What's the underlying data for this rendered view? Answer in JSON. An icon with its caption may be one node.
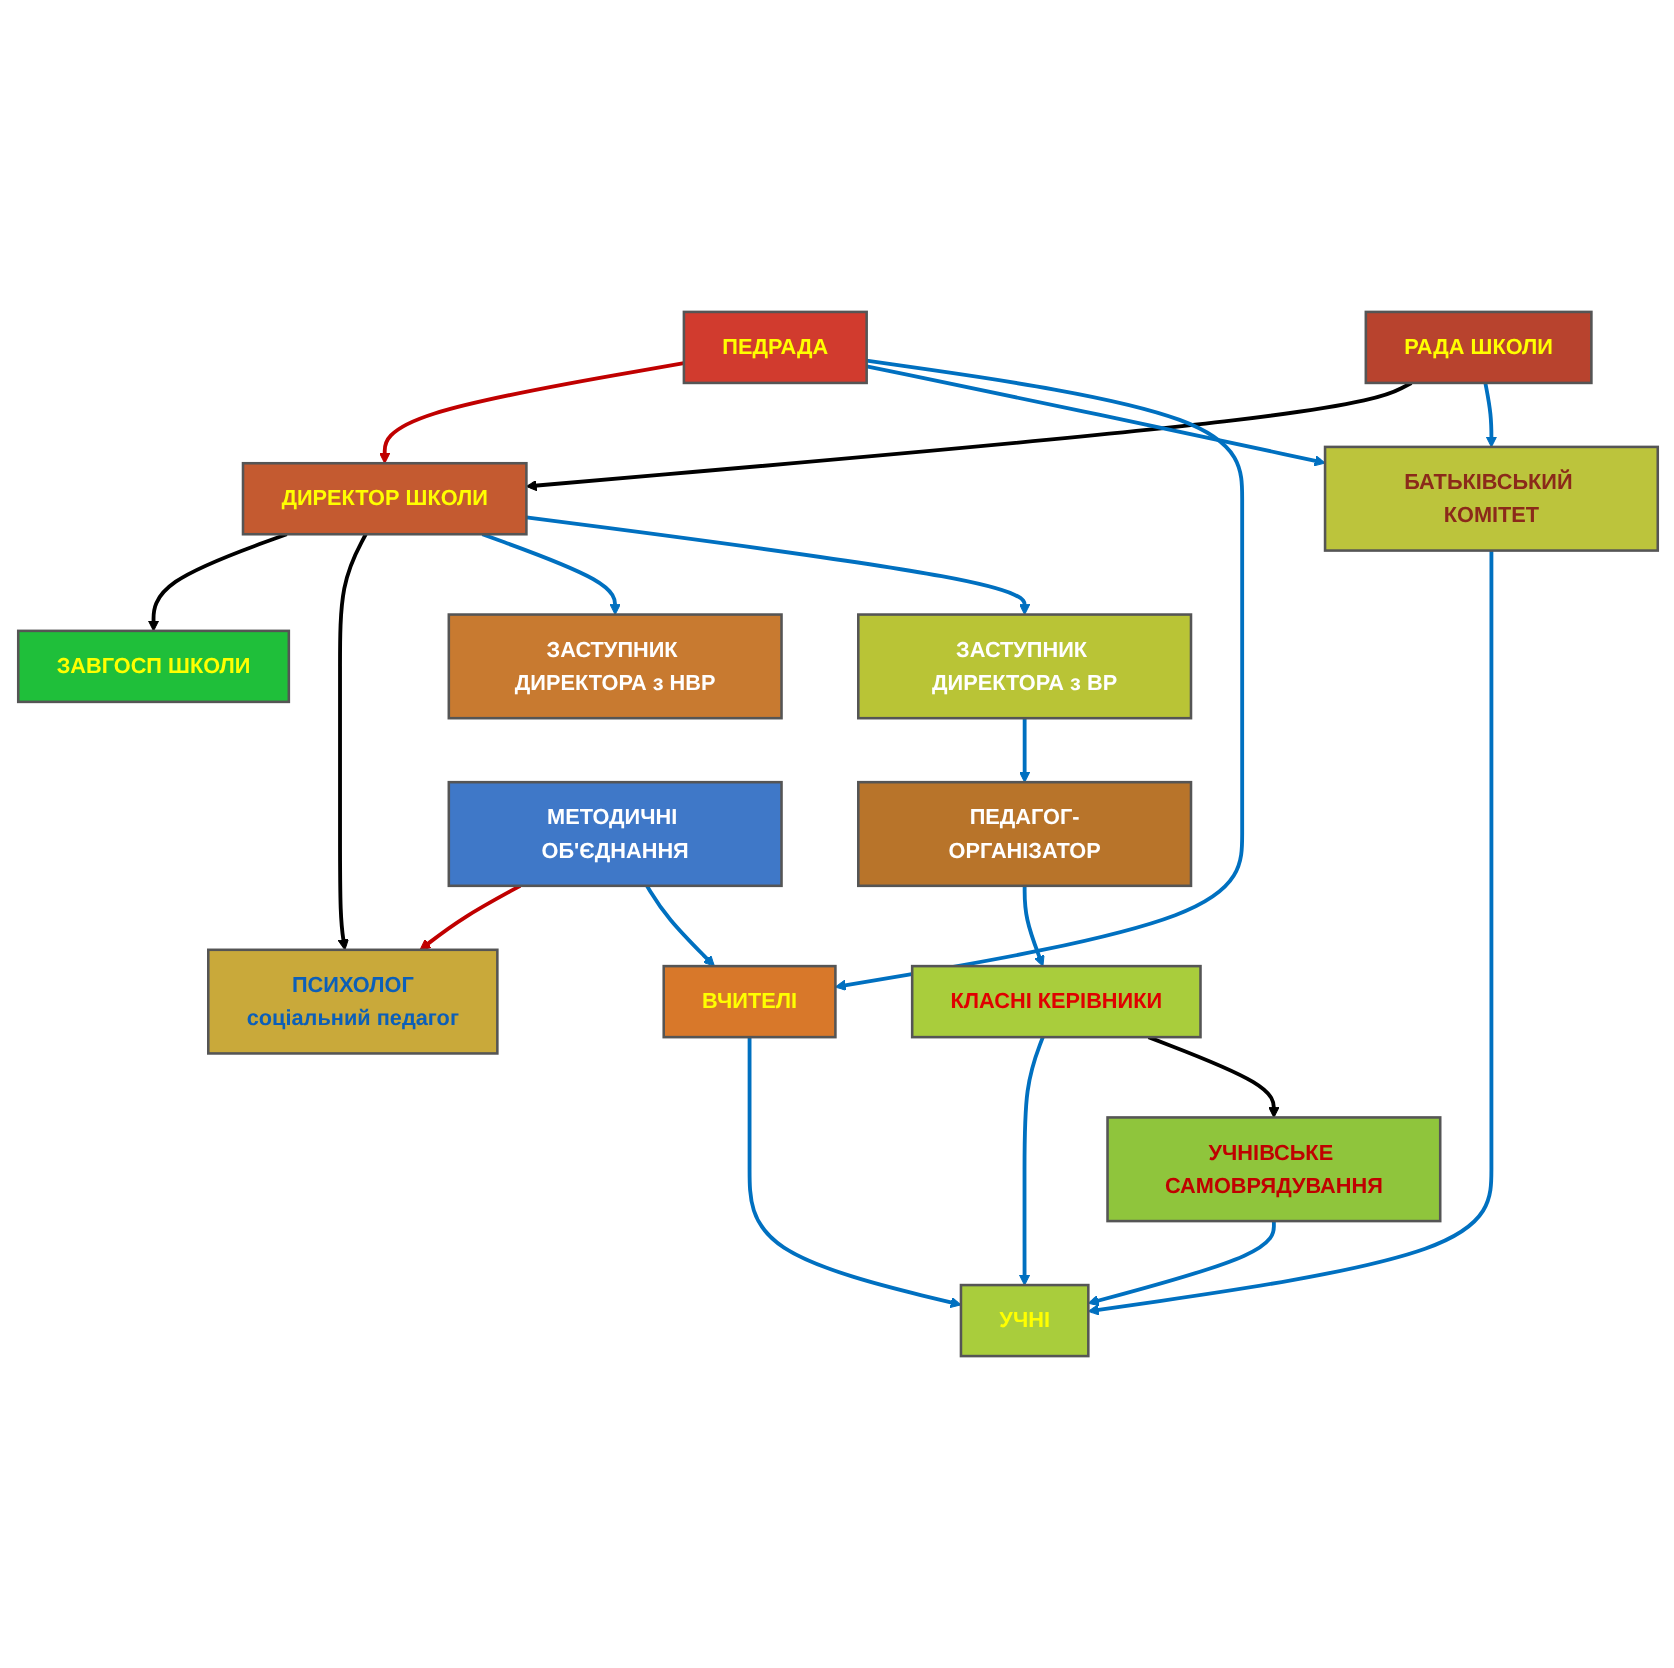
{
  "diagram": {
    "nodes": [
      {
        "text": [
          "ПЕДРАДА"
        ]
      },
      {
        "text": [
          "РАДА ШКОЛИ"
        ]
      },
      {
        "text": [
          "ЗАВГОСП ШКОЛИ"
        ]
      },
      {
        "text": [
          "ДИРЕКТОР ШКОЛИ"
        ]
      },
      {
        "text": [
          "ПСИХОЛОГ",
          "соціальний педагог"
        ]
      },
      {
        "text": [
          "ЗАСТУПНИК ДИРЕКТОРА з НВР"
        ]
      },
      {
        "text": [
          "ЗАСТУПНИК ДИРЕКТОРА з ВР"
        ]
      },
      {
        "text": [
          "МЕТОДИЧНІ ОБ'ЄДНАННЯ"
        ]
      },
      {
        "text": [
          "БАТЬКІВСЬКИЙ КОМІТЕТ"
        ]
      },
      {
        "text": [
          "ПЕДАГОГ-ОРГАНІЗАТОР"
        ]
      },
      {
        "text": [
          "ВЧИТЕЛІ"
        ]
      },
      {
        "text": [
          "УЧНІ"
        ]
      },
      {
        "text": [
          "КЛАСНІ КЕРІВНИКИ"
        ]
      },
      {
        "text": [
          "УЧНІВСЬКЕ САМОВРЯДУВАННЯ"
        ]
      }
    ],
    "edges": [
      {
        "from": 0,
        "to": 3,
        "arrow": "to",
        "color": "#c00000"
      },
      {
        "from": 1,
        "to": 3,
        "arrow": "to",
        "color": "#000000"
      },
      {
        "from": 3,
        "to": 2,
        "arrow": "to",
        "color": "#000000"
      },
      {
        "from": 3,
        "to": 4,
        "arrow": "to",
        "color": "#000000"
      },
      {
        "from": 0,
        "to": 8,
        "arrow": "to"
      },
      {
        "from": 0,
        "to": 10,
        "arrow": "to"
      },
      {
        "from": 1,
        "to": 8,
        "arrow": "to"
      },
      {
        "from": 3,
        "to": 5,
        "arrow": "to"
      },
      {
        "from": 3,
        "to": 6,
        "arrow": "to"
      },
      {
        "from": 7,
        "to": 4,
        "arrow": "to",
        "color": "#c00000"
      },
      {
        "from": 6,
        "to": 9,
        "arrow": "to"
      },
      {
        "from": 7,
        "to": 10,
        "arrow": "to"
      },
      {
        "from": 8,
        "to": 11,
        "arrow": "to"
      },
      {
        "from": 9,
        "to": 12,
        "arrow": "to"
      },
      {
        "from": 10,
        "to": 11,
        "arrow": "to"
      },
      {
        "from": 12,
        "to": 11,
        "arrow": "to"
      },
      {
        "from": 12,
        "to": 13,
        "arrow": "to",
        "color": "#000000"
      },
      {
        "from": 13,
        "to": 11,
        "arrow": "to"
      }
    ]
  }
}
